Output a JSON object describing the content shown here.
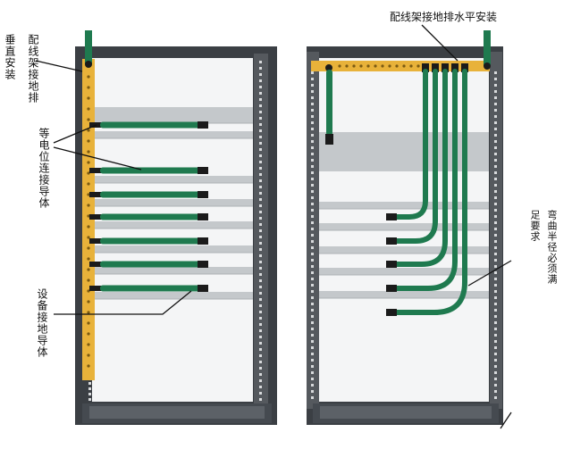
{
  "labels": {
    "vertical_install": "垂直安装",
    "frame_ground_bar": "配线架接地排",
    "equipotential_conductor": "等电位连接导体",
    "equipment_ground_conductor": "设备接地导体",
    "horizontal_install": "配线架接地排水平安装",
    "bend_radius_a": "弯曲半径必须满",
    "bend_radius_b": "足要求"
  },
  "colors": {
    "frame": "#3b3f44",
    "frame_inner": "#55595e",
    "ground_bar": "#e8b23a",
    "ground_bar_dot": "#7a5a12",
    "conductor": "#1f7a4f",
    "conductor_light": "#2f9a66",
    "shelf": "#c4c8cb",
    "shelf_dark": "#aeb2b5",
    "panel_bg": "#f4f5f6",
    "lug": "#1b1b1b",
    "leader": "#111111"
  }
}
